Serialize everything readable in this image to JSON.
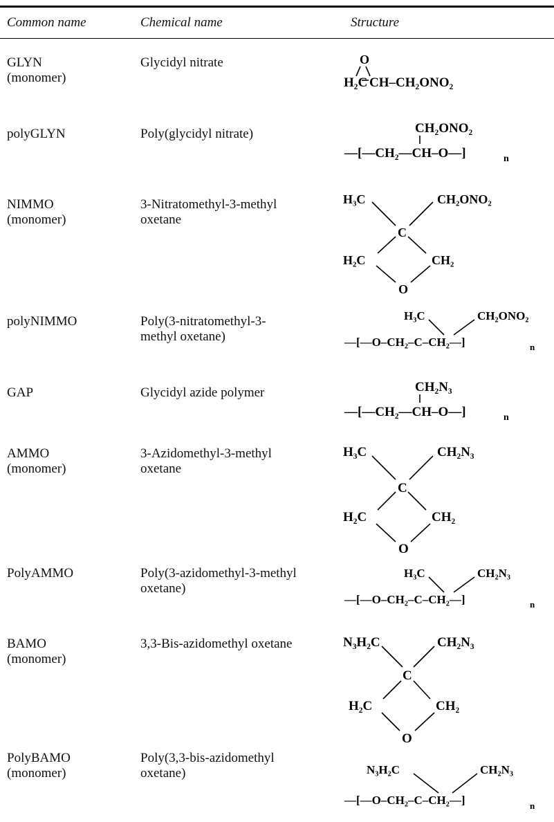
{
  "header": {
    "common_name": "Common name",
    "chemical_name": "Chemical name",
    "structure": "Structure"
  },
  "rows": [
    {
      "common": "GLYN",
      "common_sub": "(monomer)",
      "chemical": "Glycidyl nitrate",
      "chemical2": ""
    },
    {
      "common": "polyGLYN",
      "common_sub": "",
      "chemical": "Poly(glycidyl nitrate)",
      "chemical2": ""
    },
    {
      "common": "NIMMO",
      "common_sub": "(monomer)",
      "chemical": "3-Nitratomethyl-3-methyl",
      "chemical2": "oxetane"
    },
    {
      "common": "polyNIMMO",
      "common_sub": "",
      "chemical": "Poly(3-nitratomethyl-3-",
      "chemical2": "methyl oxetane)"
    },
    {
      "common": "GAP",
      "common_sub": "",
      "chemical": "Glycidyl azide polymer",
      "chemical2": ""
    },
    {
      "common": "AMMO",
      "common_sub": "(monomer)",
      "chemical": "3-Azidomethyl-3-methyl",
      "chemical2": "oxetane"
    },
    {
      "common": "PolyAMMO",
      "common_sub": "",
      "chemical": "Poly(3-azidomethyl-3-methyl",
      "chemical2": "oxetane)"
    },
    {
      "common": "BAMO",
      "common_sub": "(monomer)",
      "chemical": "3,3-Bis-azidomethyl oxetane",
      "chemical2": ""
    },
    {
      "common": "PolyBAMO",
      "common_sub": "(monomer)",
      "chemical": "Poly(3,3-bis-azidomethyl",
      "chemical2": "oxetane)"
    }
  ],
  "structures": {
    "glyn": {
      "o": "O",
      "h2c": "H₂C",
      "chain": "CH–CH₂ONO₂"
    },
    "polyglyn": {
      "top": "CH₂ONO₂",
      "chain": "—[—CH₂—CH–O—]",
      "n": "n"
    },
    "nimmo": {
      "h3c": "H₃C",
      "sub": "CH₂ONO₂",
      "c": "C",
      "h2c": "H₂C",
      "ch2": "CH₂",
      "o": "O"
    },
    "polynimmo": {
      "h3c": "H₃C",
      "sub": "CH₂ONO₂",
      "chain": "—[—O–CH₂–C–CH₂—]",
      "n": "n"
    },
    "gap": {
      "top": "CH₂N₃",
      "chain": "—[—CH₂—CH–O—]",
      "n": "n"
    },
    "ammo": {
      "h3c": "H₃C",
      "sub": "CH₂N₃",
      "c": "C",
      "h2c": "H₂C",
      "ch2": "CH₂",
      "o": "O"
    },
    "polyammo": {
      "h3c": "H₃C",
      "sub": "CH₂N₃",
      "chain": "—[—O–CH₂–C–CH₂—]",
      "n": "n"
    },
    "bamo": {
      "left": "N₃H₂C",
      "sub": "CH₂N₃",
      "c": "C",
      "h2c": "H₂C",
      "ch2": "CH₂",
      "o": "O"
    },
    "polybamo": {
      "left": "N₃H₂C",
      "sub": "CH₂N₃",
      "chain": "—[—O–CH₂–C–CH₂—]",
      "n": "n"
    }
  }
}
